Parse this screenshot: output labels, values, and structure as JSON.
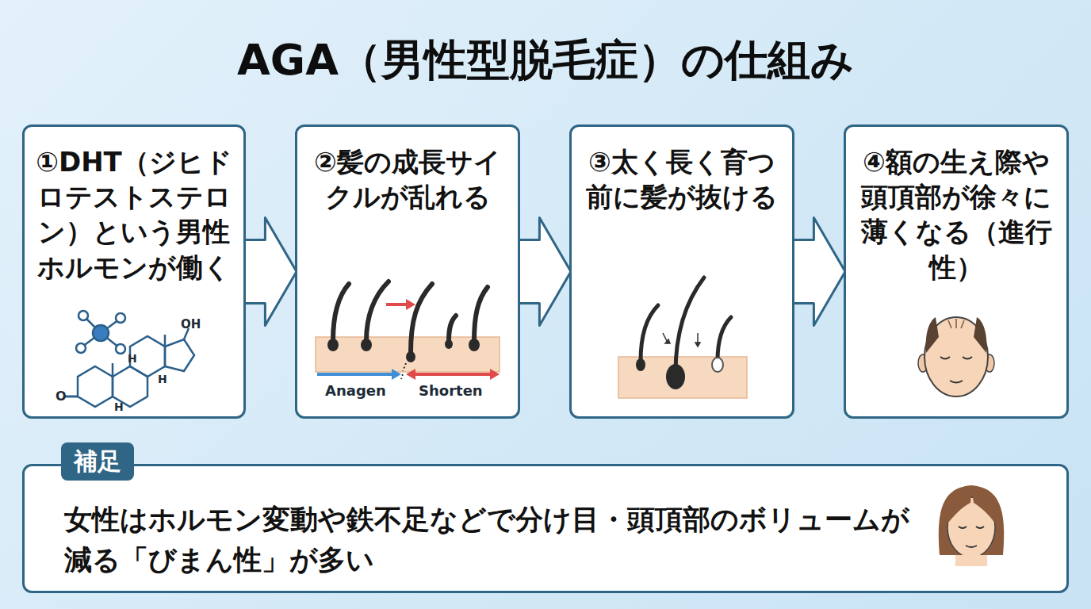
{
  "diagram": {
    "title": "AGA（男性型脱毛症）の仕組み",
    "nodes": [
      {
        "text": [
          "①DHT（ジヒドロテストステロン）という男性ホルモンが働く"
        ]
      },
      {
        "text": [
          "②髪の成長サイクルが乱れる"
        ]
      },
      {
        "text": [
          "③太く長く育つ前に髪が抜ける"
        ]
      },
      {
        "text": [
          "④額の生え際や頭頂部が徐々に薄くなる（進行性）"
        ]
      },
      {
        "text": [
          "補足",
          "女性はホルモン変動や鉄不足などで分け目・頭頂部のボリュームが減る「びまん性」が多い"
        ]
      }
    ],
    "edges": [
      {
        "from": 0,
        "to": 1,
        "arrow": "to"
      },
      {
        "from": 1,
        "to": 2,
        "arrow": "to"
      },
      {
        "from": 2,
        "to": 3,
        "arrow": "to"
      }
    ],
    "labels": [
      "OH",
      "H",
      "H",
      "O",
      "H",
      "Anagen",
      "Shorten"
    ]
  }
}
